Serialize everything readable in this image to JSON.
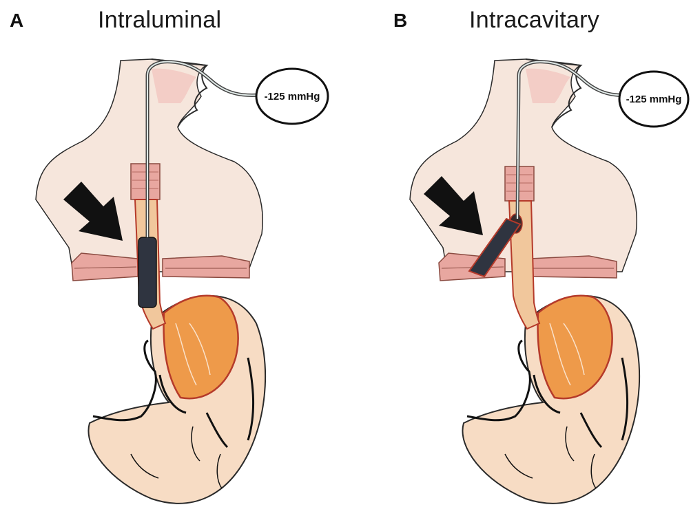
{
  "panels": [
    {
      "letter": "A",
      "title": "Intraluminal",
      "pressure_label": "-125 mmHg"
    },
    {
      "letter": "B",
      "title": "Intracavitary",
      "pressure_label": "-125 mmHg"
    }
  ],
  "colors": {
    "skin": "#f6e6dc",
    "skin_outline": "#2a2a2a",
    "muscle": "#e8a7a0",
    "esophagus": "#f1c79c",
    "stomach_inner": "#ee9a4a",
    "stomach_outer": "#f7dcc4",
    "sponge": "#2f3440",
    "arrow": "#111111",
    "vessel": "#111111",
    "wall": "#b53a2a"
  },
  "icons": [
    "arrow-icon",
    "pressure-gauge-icon"
  ]
}
